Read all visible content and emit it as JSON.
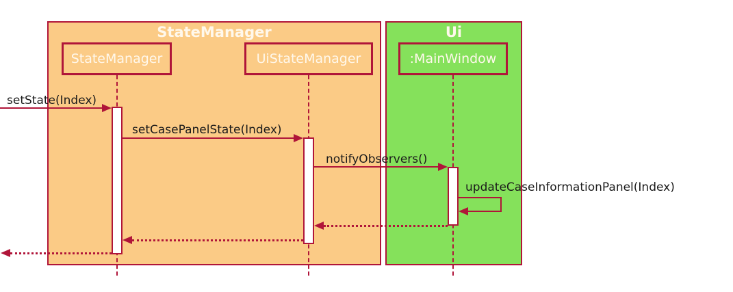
{
  "diagram": {
    "type": "uml-sequence-diagram",
    "background": "#ffffff",
    "colors": {
      "frame_statemanager_fill": "#FBCB86",
      "frame_ui_fill": "#85E15B",
      "line": "#B01539",
      "message_text": "#1b1b1b",
      "participant_text": "#FFF8EC",
      "activation_fill": "#FFFFFF"
    },
    "frames": [
      {
        "title": "StateManager",
        "fill": "#FBCB86"
      },
      {
        "title": "Ui",
        "fill": "#85E15B"
      }
    ],
    "participants": [
      {
        "name": "StateManager",
        "frame": "StateManager"
      },
      {
        "name": "UiStateManager",
        "frame": "StateManager"
      },
      {
        "name": ":MainWindow",
        "frame": "Ui"
      }
    ],
    "messages": [
      {
        "label": "setState(Index)",
        "from": "external",
        "to": "StateManager",
        "kind": "call"
      },
      {
        "label": "setCasePanelState(Index)",
        "from": "StateManager",
        "to": "UiStateManager",
        "kind": "call"
      },
      {
        "label": "notifyObservers()",
        "from": "UiStateManager",
        "to": ":MainWindow",
        "kind": "call"
      },
      {
        "label": "updateCaseInformationPanel(Index)",
        "from": ":MainWindow",
        "to": ":MainWindow",
        "kind": "self-call"
      },
      {
        "label": "",
        "from": ":MainWindow",
        "to": "UiStateManager",
        "kind": "return"
      },
      {
        "label": "",
        "from": "UiStateManager",
        "to": "StateManager",
        "kind": "return"
      },
      {
        "label": "",
        "from": "StateManager",
        "to": "external",
        "kind": "return"
      }
    ]
  }
}
